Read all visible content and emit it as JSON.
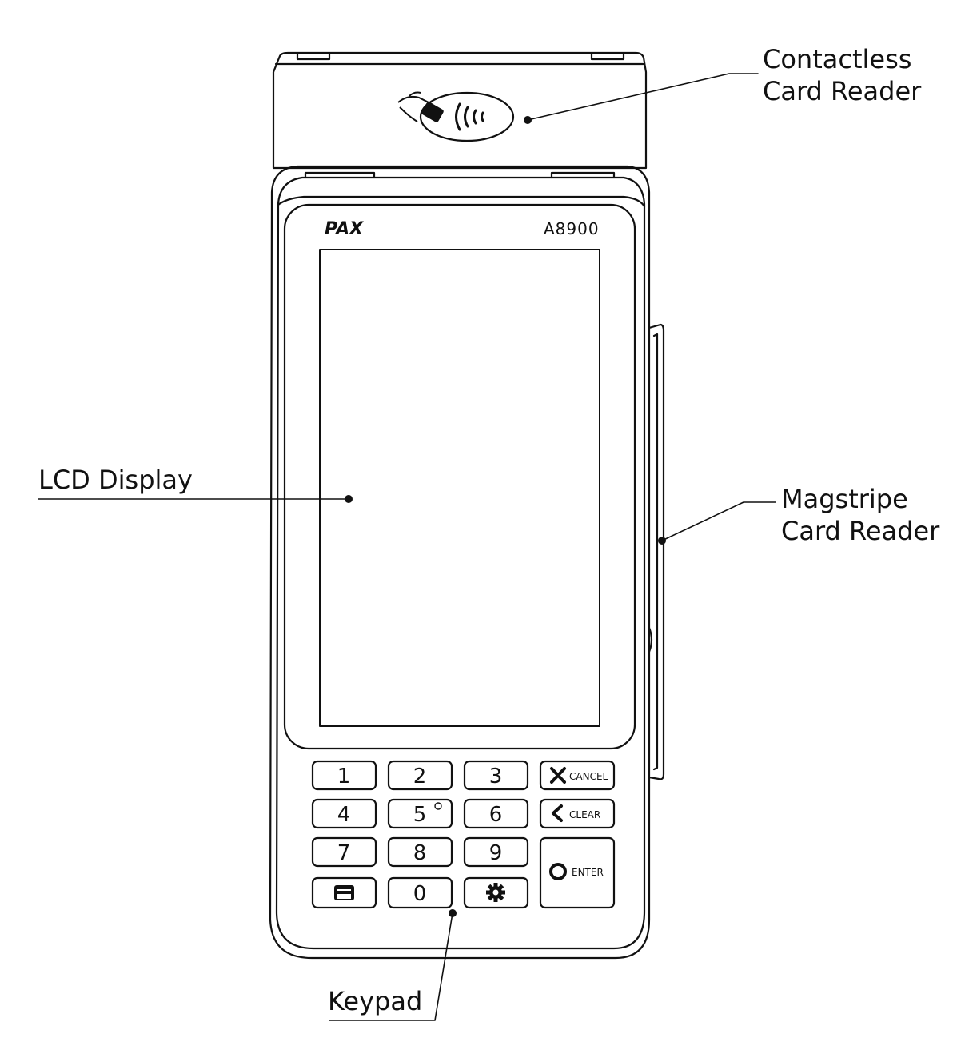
{
  "device": {
    "brand": "PAX",
    "model": "A8900"
  },
  "callouts": {
    "contactless": [
      "Contactless",
      "Card Reader"
    ],
    "magstripe": [
      "Magstripe",
      "Card Reader"
    ],
    "lcd": "LCD Display",
    "keypad": "Keypad"
  },
  "keys": {
    "k1": "1",
    "k2": "2",
    "k3": "3",
    "k4": "4",
    "k5": "5",
    "k6": "6",
    "k7": "7",
    "k8": "8",
    "k9": "9",
    "k0": "0",
    "cancel": "CANCEL",
    "clear": "CLEAR",
    "enter": "ENTER"
  }
}
